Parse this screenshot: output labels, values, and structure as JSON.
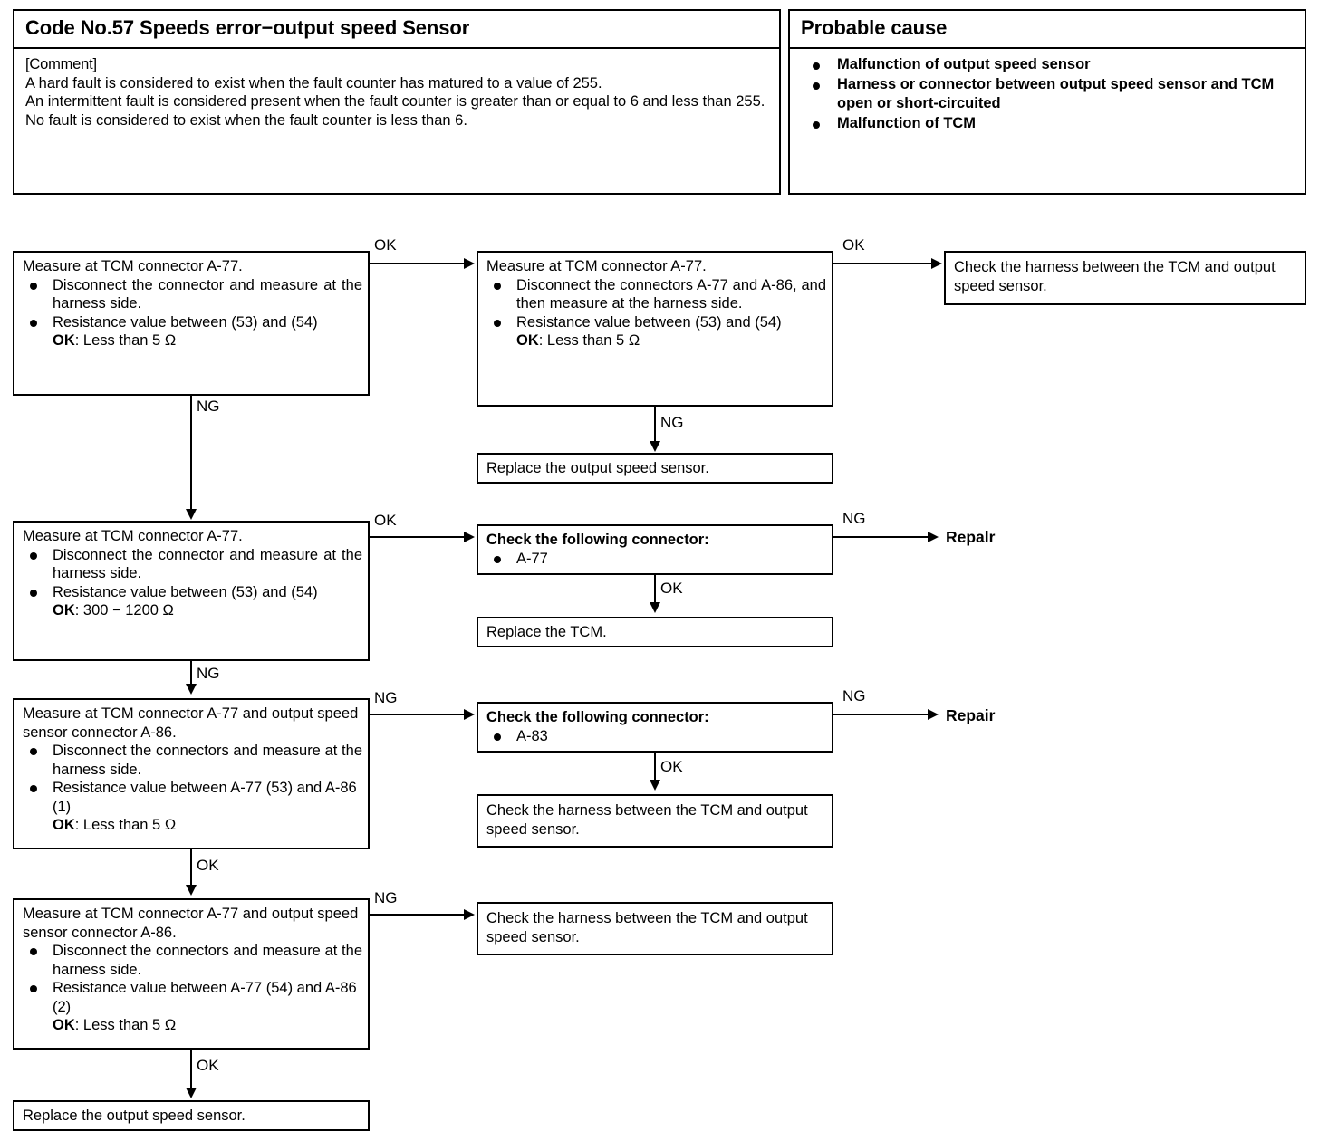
{
  "header": {
    "left": {
      "title": "Code No.57 Speeds error−output speed Sensor",
      "comment_label": "[Comment]",
      "lines": [
        "A hard fault is considered to exist when the fault counter has matured to a value of 255.",
        "An intermittent fault is considered present when the fault counter is greater than or equal to 6 and less than 255.",
        "No fault is considered to exist when the fault counter is less than 6."
      ]
    },
    "right": {
      "title": "Probable cause",
      "causes": [
        "Malfunction of output speed sensor",
        "Harness or connector between output speed sensor and TCM open or short-circuited",
        "Malfunction of TCM"
      ]
    }
  },
  "flow": {
    "box1": {
      "headline": "Measure at TCM connector A-77.",
      "bullet1": "Disconnect the connector and measure at the harness side.",
      "bullet2": "Resistance value between (53) and (54)",
      "ok_label": "OK",
      "ok_value": ": Less than 5 Ω"
    },
    "box2": {
      "headline": "Measure at TCM connector A-77.",
      "bullet1": "Disconnect the connectors A-77 and A-86, and then measure at the harness side.",
      "bullet2": "Resistance value between (53) and (54)",
      "ok_label": "OK",
      "ok_value": ": Less than 5 Ω"
    },
    "box3": {
      "text": "Check the harness between the TCM and output speed sensor."
    },
    "box4": {
      "text": "Replace the output speed sensor."
    },
    "box5": {
      "headline": "Measure at TCM connector A-77.",
      "bullet1": "Disconnect the connector and measure at the harness side.",
      "bullet2": "Resistance value between (53) and (54)",
      "ok_label": "OK",
      "ok_value": ": 300 − 1200 Ω"
    },
    "box6": {
      "headline": "Check the following connector:",
      "bullet1": "A-77"
    },
    "box7": {
      "text": "Replace the TCM."
    },
    "box8": {
      "headline": "Measure at TCM connector A-77 and output speed sensor connector A-86.",
      "bullet1": "Disconnect the connectors and measure at the harness side.",
      "bullet2": "Resistance value between A-77 (53) and A-86 (1)",
      "ok_label": "OK",
      "ok_value": ": Less than 5 Ω"
    },
    "box9": {
      "headline": "Check the following connector:",
      "bullet1": "A-83"
    },
    "box10": {
      "text": "Check the harness between the TCM and output speed sensor."
    },
    "box11": {
      "headline": "Measure at TCM connector A-77 and output speed sensor connector A-86.",
      "bullet1": "Disconnect the connectors and measure at the harness side.",
      "bullet2": "Resistance value between A-77 (54) and A-86 (2)",
      "ok_label": "OK",
      "ok_value": ": Less than 5 Ω"
    },
    "box12": {
      "text": "Check the harness between the TCM and output speed sensor."
    },
    "box13": {
      "text": "Replace the output speed sensor."
    },
    "terminals": {
      "repair1": "Repalr",
      "repair2": "Repair"
    },
    "edges": {
      "e1_ok": "OK",
      "e2_ok": "OK",
      "e3_ng": "NG",
      "e4_ng": "NG",
      "e5_ok": "OK",
      "e6_ng": "NG",
      "e7_ok": "OK",
      "e8_ng": "NG",
      "e9_ng": "NG",
      "e10_ng": "NG",
      "e11_ok": "OK",
      "e12_ok": "OK",
      "e13_ng": "NG",
      "e14_ok": "OK"
    }
  },
  "colors": {
    "ink": "#000000",
    "paper": "#ffffff"
  }
}
